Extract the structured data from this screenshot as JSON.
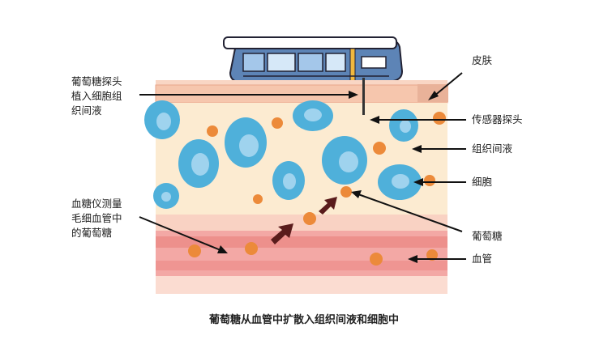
{
  "labels": {
    "probe_inserted": [
      "葡萄糖探头",
      "植入细胞组",
      "织间液"
    ],
    "blood_meter": [
      "血糖仪测量",
      "毛细血管中",
      "的葡萄糖"
    ],
    "skin": "皮肤",
    "sensor_probe": "传感器探头",
    "interstitial_fluid": "组织间液",
    "cell": "细胞",
    "glucose": "葡萄糖",
    "blood_vessel": "血管"
  },
  "caption": "葡萄糖从血管中扩散入组织间液和细胞中",
  "colors": {
    "skin": "#f6c6ad",
    "interstitial": "#fcebd1",
    "cell": "#4fb0da",
    "cell_nucleus": "#9fd3ee",
    "glucose": "#ec8a3a",
    "vessel": "#f3a8a5",
    "vessel_dark": "#e7736f",
    "arrow": "#5a1c1c"
  }
}
